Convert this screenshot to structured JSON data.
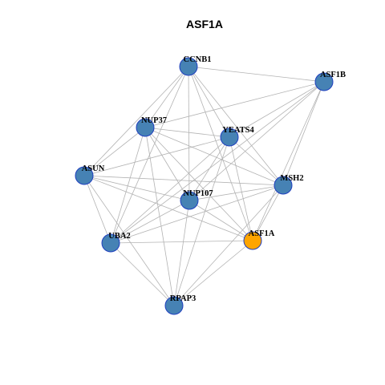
{
  "title": "ASF1A",
  "colors": {
    "default_node": "#4682B4",
    "highlight_node": "#FFA500",
    "node_border": "#1F3FBF",
    "edge": "#B3B3B3"
  },
  "nodes": [
    {
      "id": "CCNB1",
      "label": "CCNB1",
      "highlight": false
    },
    {
      "id": "ASF1B",
      "label": "ASF1B",
      "highlight": false
    },
    {
      "id": "NUP37",
      "label": "NUP37",
      "highlight": false
    },
    {
      "id": "YEATS4",
      "label": "YEATS4",
      "highlight": false
    },
    {
      "id": "ASUN",
      "label": "ASUN",
      "highlight": false
    },
    {
      "id": "MSH2",
      "label": "MSH2",
      "highlight": false
    },
    {
      "id": "NUP107",
      "label": "NUP107",
      "highlight": false
    },
    {
      "id": "UBA2",
      "label": "UBA2",
      "highlight": false
    },
    {
      "id": "ASF1A",
      "label": "ASF1A",
      "highlight": true
    },
    {
      "id": "RPAP3",
      "label": "RPAP3",
      "highlight": false
    }
  ],
  "edges": [
    [
      "CCNB1",
      "ASF1B"
    ],
    [
      "CCNB1",
      "NUP37"
    ],
    [
      "CCNB1",
      "YEATS4"
    ],
    [
      "CCNB1",
      "ASUN"
    ],
    [
      "CCNB1",
      "MSH2"
    ],
    [
      "CCNB1",
      "NUP107"
    ],
    [
      "CCNB1",
      "UBA2"
    ],
    [
      "CCNB1",
      "ASF1A"
    ],
    [
      "ASF1B",
      "NUP37"
    ],
    [
      "ASF1B",
      "YEATS4"
    ],
    [
      "ASF1B",
      "MSH2"
    ],
    [
      "ASF1B",
      "NUP107"
    ],
    [
      "ASF1B",
      "ASF1A"
    ],
    [
      "ASF1B",
      "UBA2"
    ],
    [
      "NUP37",
      "YEATS4"
    ],
    [
      "NUP37",
      "ASUN"
    ],
    [
      "NUP37",
      "MSH2"
    ],
    [
      "NUP37",
      "NUP107"
    ],
    [
      "NUP37",
      "UBA2"
    ],
    [
      "NUP37",
      "ASF1A"
    ],
    [
      "NUP37",
      "RPAP3"
    ],
    [
      "YEATS4",
      "ASUN"
    ],
    [
      "YEATS4",
      "MSH2"
    ],
    [
      "YEATS4",
      "NUP107"
    ],
    [
      "YEATS4",
      "UBA2"
    ],
    [
      "YEATS4",
      "ASF1A"
    ],
    [
      "YEATS4",
      "RPAP3"
    ],
    [
      "ASUN",
      "MSH2"
    ],
    [
      "ASUN",
      "NUP107"
    ],
    [
      "ASUN",
      "UBA2"
    ],
    [
      "ASUN",
      "ASF1A"
    ],
    [
      "ASUN",
      "RPAP3"
    ],
    [
      "MSH2",
      "NUP107"
    ],
    [
      "MSH2",
      "UBA2"
    ],
    [
      "MSH2",
      "ASF1A"
    ],
    [
      "MSH2",
      "RPAP3"
    ],
    [
      "NUP107",
      "UBA2"
    ],
    [
      "NUP107",
      "ASF1A"
    ],
    [
      "NUP107",
      "RPAP3"
    ],
    [
      "UBA2",
      "ASF1A"
    ],
    [
      "UBA2",
      "RPAP3"
    ],
    [
      "ASF1A",
      "RPAP3"
    ]
  ]
}
